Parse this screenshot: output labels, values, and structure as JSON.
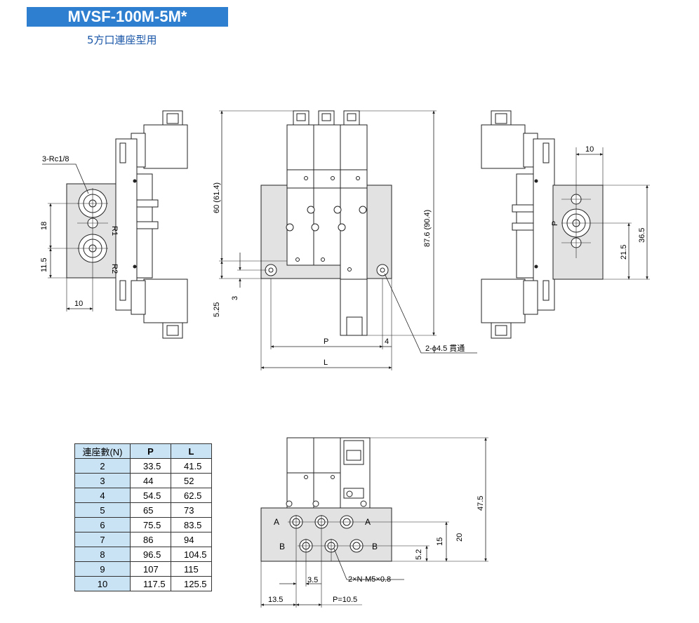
{
  "header": {
    "title": "MVSF-100M-5M*",
    "subtitle": "5方口連座型用"
  },
  "colors": {
    "banner": "#2e7fd0",
    "table_header": "#c9e2f4",
    "base_fill": "#e2e2e2"
  },
  "side_left": {
    "thread_label": "3-Rc1/8",
    "dim_18": "18",
    "dim_11_5": "11.5",
    "dim_10": "10",
    "port_r1": "R1",
    "port_r2": "R2"
  },
  "front_view": {
    "dim_60": "60 (61.4)",
    "dim_87_6": "87.6 (90.4)",
    "dim_5_25": "5.25",
    "dim_3": "3",
    "dim_p": "P",
    "dim_4": "4",
    "dim_l": "L",
    "hole_label": "2-ϕ4.5 貫通"
  },
  "side_right": {
    "dim_10": "10",
    "dim_21_5": "21.5",
    "dim_36_5": "36.5",
    "port_p": "P"
  },
  "table": {
    "headers": [
      "連座數(N)",
      "P",
      "L"
    ],
    "rows": [
      [
        "2",
        "33.5",
        "41.5"
      ],
      [
        "3",
        "44",
        "52"
      ],
      [
        "4",
        "54.5",
        "62.5"
      ],
      [
        "5",
        "65",
        "73"
      ],
      [
        "6",
        "75.5",
        "83.5"
      ],
      [
        "7",
        "86",
        "94"
      ],
      [
        "8",
        "96.5",
        "104.5"
      ],
      [
        "9",
        "107",
        "115"
      ],
      [
        "10",
        "117.5",
        "125.5"
      ]
    ]
  },
  "bottom_view": {
    "port_a_left": "A",
    "port_a_right": "A",
    "port_b_left": "B",
    "port_b_right": "B",
    "dim_47_5": "47.5",
    "dim_20": "20",
    "dim_15": "15",
    "dim_5_2": "5.2",
    "dim_3_5": "3.5",
    "thread_label": "2×N-M5×0.8",
    "dim_13_5": "13.5",
    "pitch_label": "P=10.5"
  }
}
